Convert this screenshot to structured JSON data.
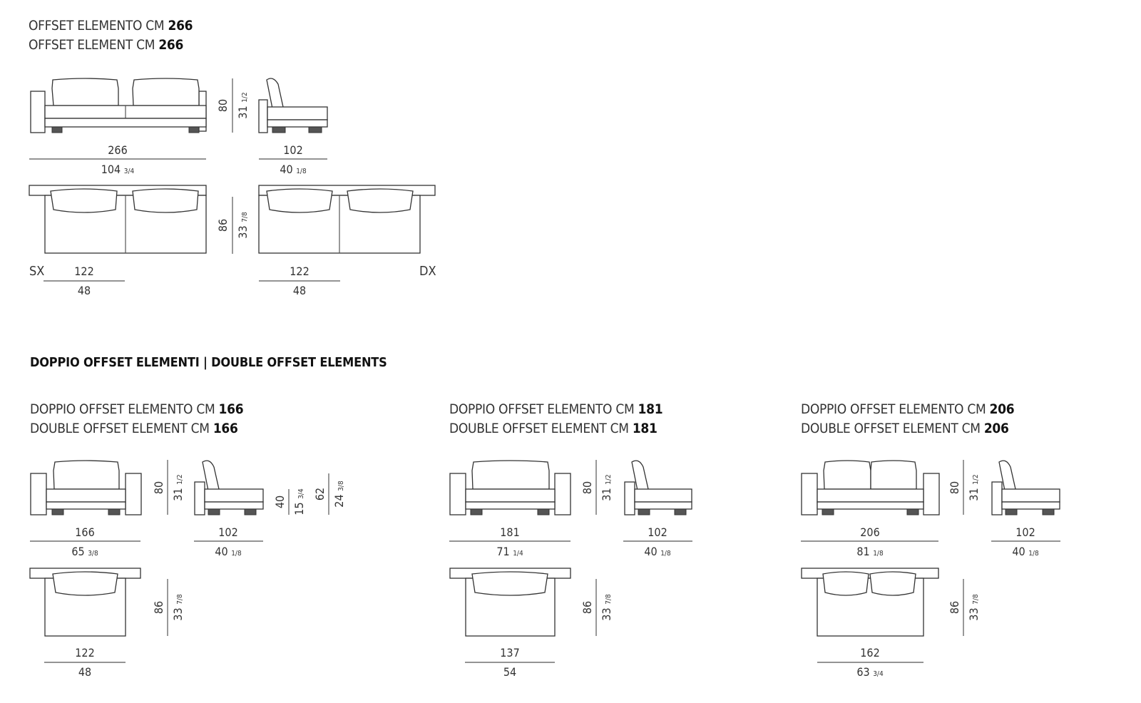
{
  "top": {
    "title_it_prefix": "OFFSET ELEMENTO CM ",
    "title_it_value": "266",
    "title_en_prefix": "OFFSET ELEMENT CM ",
    "title_en_value": "266",
    "front_width": "266",
    "front_width_in": "104",
    "front_width_in_frac": "3/4",
    "height": "80",
    "height_in": "31",
    "height_in_frac": "1/2",
    "side_depth": "102",
    "side_depth_in": "40",
    "side_depth_in_frac": "1/8",
    "plan_depth": "86",
    "plan_depth_in": "33",
    "plan_depth_in_frac": "7/8",
    "sx_label": "SX",
    "dx_label": "DX",
    "sx_seat": "122",
    "sx_seat_in": "48",
    "dx_seat": "122",
    "dx_seat_in": "48"
  },
  "section_title": "DOPPIO OFFSET ELEMENTI | DOUBLE OFFSET ELEMENTS",
  "variants": [
    {
      "title_it_prefix": "DOPPIO OFFSET ELEMENTO CM ",
      "title_it_value": "166",
      "title_en_prefix": "DOUBLE OFFSET ELEMENT CM ",
      "title_en_value": "166",
      "front_width": "166",
      "front_width_in": "65",
      "front_width_in_frac": "3/8",
      "height": "80",
      "height_in": "31",
      "height_in_frac": "1/2",
      "side_depth": "102",
      "side_depth_in": "40",
      "side_depth_in_frac": "1/8",
      "seat_h": "40",
      "seat_h_in": "15",
      "seat_h_in_frac": "3/4",
      "arm_h": "62",
      "arm_h_in": "24",
      "arm_h_in_frac": "3/8",
      "plan_depth": "86",
      "plan_depth_in": "33",
      "plan_depth_in_frac": "7/8",
      "plan_seat": "122",
      "plan_seat_in": "48",
      "plan_seat_in_frac": ""
    },
    {
      "title_it_prefix": "DOPPIO OFFSET ELEMENTO CM ",
      "title_it_value": "181",
      "title_en_prefix": "DOUBLE OFFSET ELEMENT CM ",
      "title_en_value": "181",
      "front_width": "181",
      "front_width_in": "71",
      "front_width_in_frac": "1/4",
      "height": "80",
      "height_in": "31",
      "height_in_frac": "1/2",
      "side_depth": "102",
      "side_depth_in": "40",
      "side_depth_in_frac": "1/8",
      "plan_depth": "86",
      "plan_depth_in": "33",
      "plan_depth_in_frac": "7/8",
      "plan_seat": "137",
      "plan_seat_in": "54",
      "plan_seat_in_frac": ""
    },
    {
      "title_it_prefix": "DOPPIO OFFSET ELEMENTO CM ",
      "title_it_value": "206",
      "title_en_prefix": "DOUBLE OFFSET ELEMENT CM ",
      "title_en_value": "206",
      "front_width": "206",
      "front_width_in": "81",
      "front_width_in_frac": "1/8",
      "height": "80",
      "height_in": "31",
      "height_in_frac": "1/2",
      "side_depth": "102",
      "side_depth_in": "40",
      "side_depth_in_frac": "1/8",
      "plan_depth": "86",
      "plan_depth_in": "33",
      "plan_depth_in_frac": "7/8",
      "plan_seat": "162",
      "plan_seat_in": "63",
      "plan_seat_in_frac": "3/4"
    }
  ]
}
